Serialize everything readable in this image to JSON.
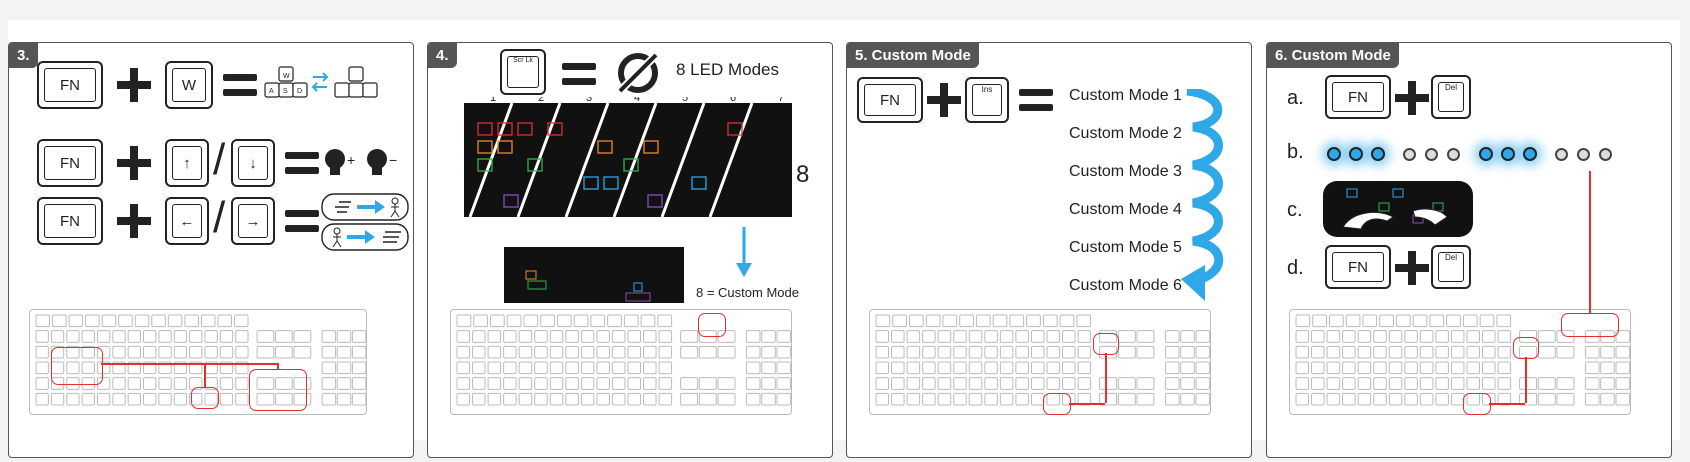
{
  "panels": [
    {
      "badge": "3."
    },
    {
      "badge": "4."
    },
    {
      "badge": "5. Custom Mode"
    },
    {
      "badge": "6. Custom Mode"
    }
  ],
  "keys": {
    "fn": "FN",
    "w": "W",
    "ins": "Ins",
    "del": "Del",
    "scr": "Scr Lk",
    "a": "A",
    "s": "S",
    "d": "D"
  },
  "panel4": {
    "led_modes": "8 LED Modes",
    "numbers": [
      "1",
      "2",
      "3",
      "4",
      "5",
      "6",
      "7"
    ],
    "eight": "8",
    "custom_note": "8 = Custom Mode"
  },
  "panel5": {
    "modes": [
      "Custom Mode 1",
      "Custom Mode 2",
      "Custom Mode 3",
      "Custom Mode 4",
      "Custom Mode 5",
      "Custom Mode 6"
    ]
  },
  "panel6": {
    "steps": [
      "a.",
      "b.",
      "c.",
      "d."
    ]
  },
  "colors": {
    "accent_blue": "#2fa8e8",
    "red": "#e03030",
    "badge": "#555555"
  }
}
